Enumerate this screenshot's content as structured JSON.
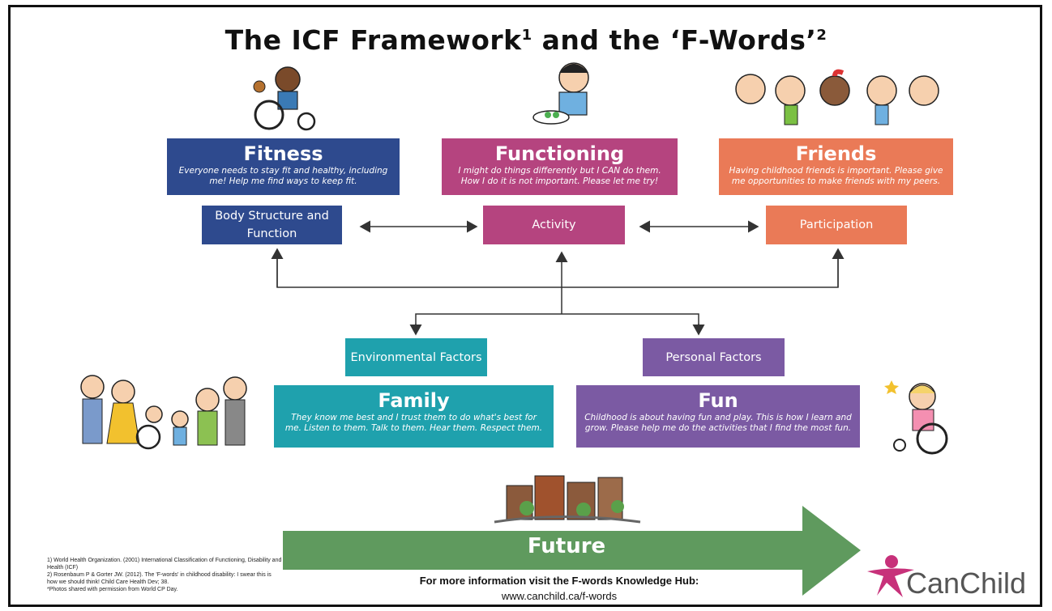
{
  "title": {
    "main": "The ICF Framework",
    "sup1": "1",
    "mid": " and the ‘F-Words’",
    "sup2": "2"
  },
  "boxes": {
    "fitness": {
      "heading": "Fitness",
      "text": "Everyone needs to stay fit and healthy, including me! Help me find ways to keep fit.",
      "color": "#2e4a8e"
    },
    "functioning": {
      "heading": "Functioning",
      "text": "I might do things differently but I CAN do them. How I do it is not important. Please let me try!",
      "color": "#b5447f"
    },
    "friends": {
      "heading": "Friends",
      "text": "Having childhood friends is important. Please give me opportunities to make friends with my peers.",
      "color": "#ea7a57"
    },
    "family": {
      "heading": "Family",
      "text": "They know me best and I trust them to do what's best for me. Listen to them. Talk to them. Hear them. Respect them.",
      "color": "#1fa1ad"
    },
    "fun": {
      "heading": "Fun",
      "text": "Childhood is about having fun and play. This is how I learn and grow. Please help me do the activities that I find the most fun.",
      "color": "#7b5aa3"
    }
  },
  "components": {
    "body": "Body Structure and Function",
    "activity": "Activity",
    "participation": "Participation",
    "environmental": "Environmental Factors",
    "personal": "Personal Factors"
  },
  "future": {
    "label": "Future",
    "color": "#5f9a5e"
  },
  "references": [
    "1) World Health Organization. (2001) International Classification of Functioning, Disability and Health (ICF)",
    "2) Rosenbaum P & Gorter JW. (2012). The 'F-words' in childhood disability: I swear this is how we should think! Child Care Health Dev; 38.",
    "*Photos shared with permission from World CP Day."
  ],
  "info": {
    "line1": "For more information visit the F-words Knowledge Hub:",
    "line2": "www.canchild.ca/f-words"
  },
  "logo": {
    "text": "CanChild",
    "color": "#c7317a"
  }
}
